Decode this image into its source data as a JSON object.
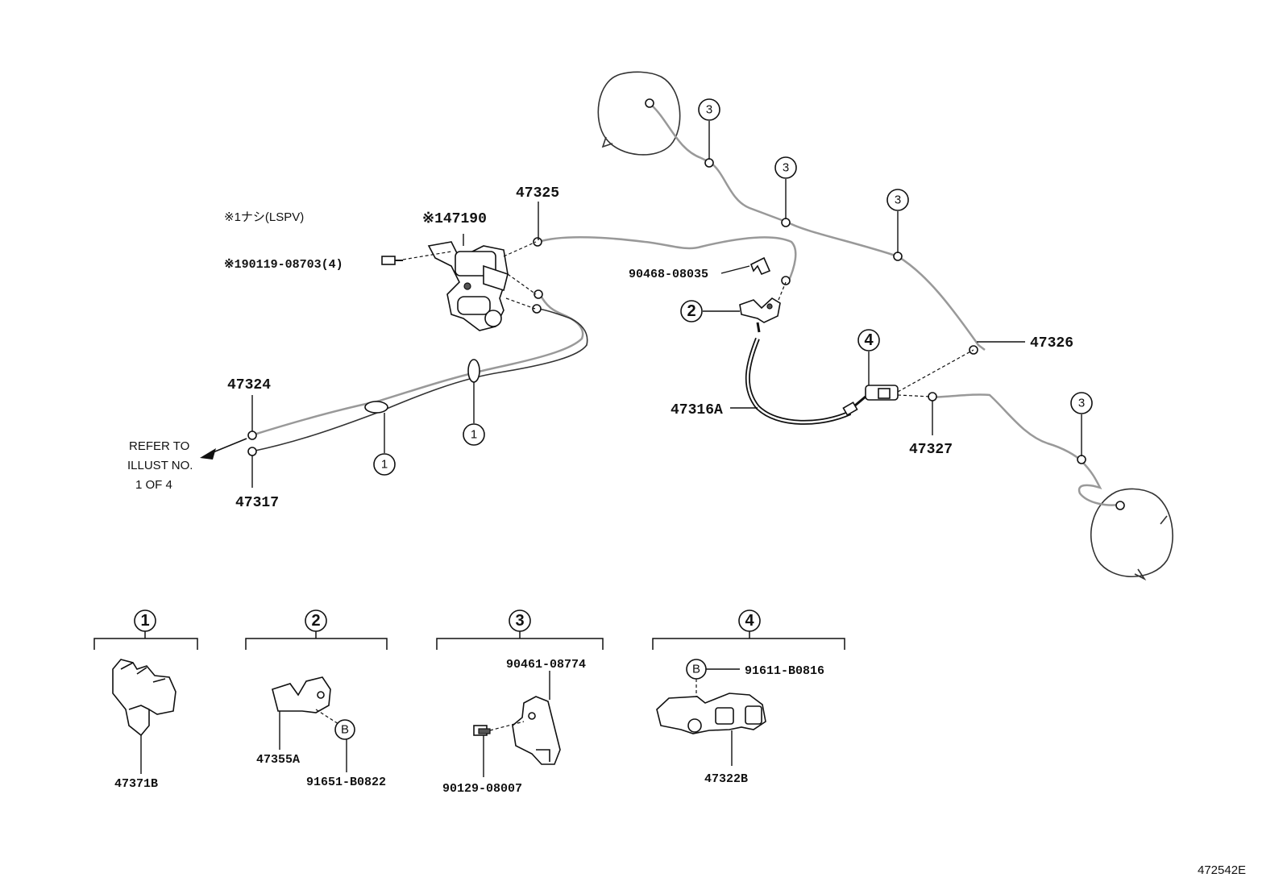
{
  "diagram_id": "472542E",
  "labels": {
    "p47325": "47325",
    "p47190": "※147190",
    "note_lspv": "※1ナシ(LSPV)",
    "p90119": "※190119-08703(4)",
    "p90468": "90468-08035",
    "p47326": "47326",
    "p47324": "47324",
    "p47316a": "47316A",
    "p47327": "47327",
    "p47317": "47317",
    "refer_1": "REFER TO",
    "refer_2": "ILLUST NO.",
    "refer_3": "1  OF  4",
    "p47371b": "47371B",
    "p47355a": "47355A",
    "p91651": "91651-B0822",
    "p90461": "90461-08774",
    "p90129": "90129-08007",
    "p91611": "91611-B0816",
    "p47322b": "47322B"
  },
  "callouts": {
    "one": "1",
    "two": "2",
    "three": "3",
    "four": "4",
    "b": "B"
  }
}
